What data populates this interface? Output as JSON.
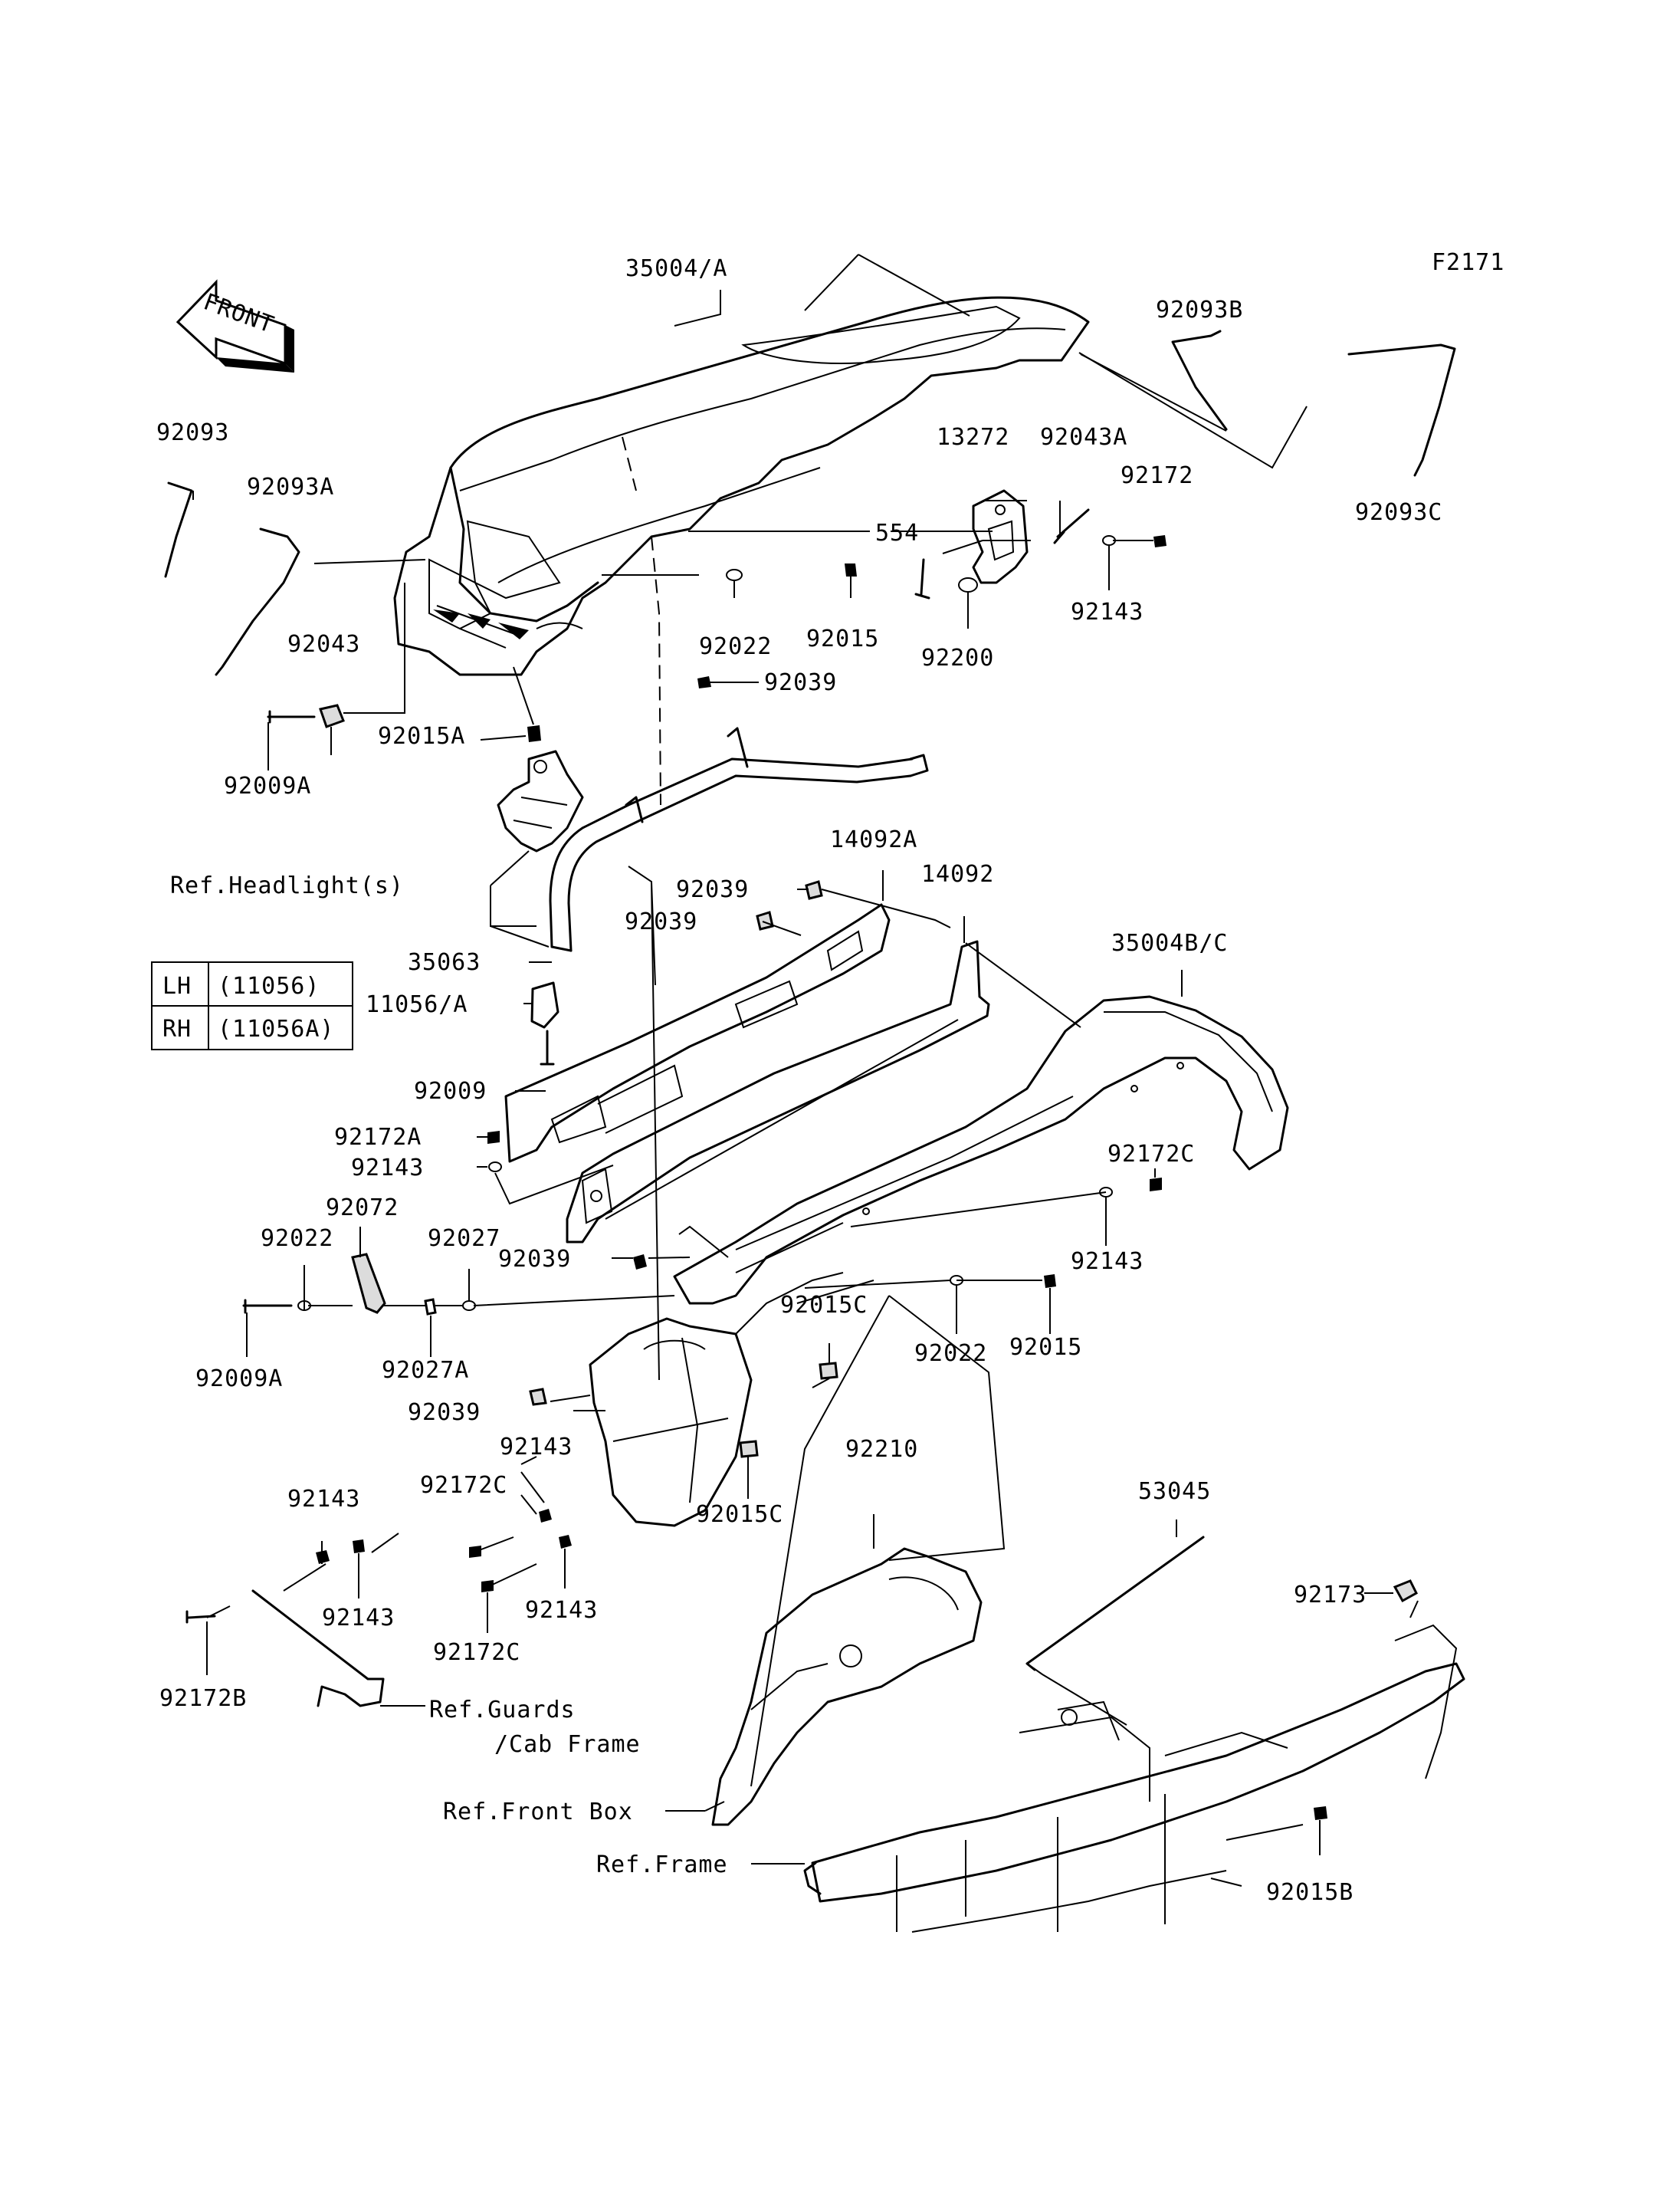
{
  "figure_code": "F2171",
  "front_arrow": {
    "label": "FRONT"
  },
  "callouts": [
    {
      "id": "c01",
      "text": "35004/A"
    },
    {
      "id": "c02",
      "text": "92093B"
    },
    {
      "id": "c03",
      "text": "92093C"
    },
    {
      "id": "c04",
      "text": "92093"
    },
    {
      "id": "c05",
      "text": "92093A"
    },
    {
      "id": "c06",
      "text": "13272"
    },
    {
      "id": "c07",
      "text": "92043A"
    },
    {
      "id": "c08",
      "text": "92172"
    },
    {
      "id": "c09",
      "text": "554"
    },
    {
      "id": "c10",
      "text": "92143"
    },
    {
      "id": "c11",
      "text": "92200"
    },
    {
      "id": "c12",
      "text": "92022"
    },
    {
      "id": "c13",
      "text": "92015"
    },
    {
      "id": "c14",
      "text": "92039"
    },
    {
      "id": "c15",
      "text": "92043"
    },
    {
      "id": "c16",
      "text": "92015A"
    },
    {
      "id": "c17",
      "text": "92009A"
    },
    {
      "id": "c18",
      "text": "Ref.Headlight(s)"
    },
    {
      "id": "c19",
      "text": "14092A"
    },
    {
      "id": "c20",
      "text": "14092"
    },
    {
      "id": "c21",
      "text": "92039"
    },
    {
      "id": "c22",
      "text": "92039"
    },
    {
      "id": "c23",
      "text": "35063"
    },
    {
      "id": "c24",
      "text": "11056/A"
    },
    {
      "id": "c25",
      "text": "92009"
    },
    {
      "id": "c26",
      "text": "35004B/C"
    },
    {
      "id": "c27",
      "text": "92172A"
    },
    {
      "id": "c28",
      "text": "92143"
    },
    {
      "id": "c29",
      "text": "92172C"
    },
    {
      "id": "c30",
      "text": "92072"
    },
    {
      "id": "c31",
      "text": "92022"
    },
    {
      "id": "c32",
      "text": "92027"
    },
    {
      "id": "c33",
      "text": "92039"
    },
    {
      "id": "c34",
      "text": "92143"
    },
    {
      "id": "c35",
      "text": "92015C"
    },
    {
      "id": "c36",
      "text": "92022"
    },
    {
      "id": "c37",
      "text": "92015"
    },
    {
      "id": "c38",
      "text": "92009A"
    },
    {
      "id": "c39",
      "text": "92027A"
    },
    {
      "id": "c40",
      "text": "92039"
    },
    {
      "id": "c41",
      "text": "92143"
    },
    {
      "id": "c42",
      "text": "92210"
    },
    {
      "id": "c43",
      "text": "92172C"
    },
    {
      "id": "c44",
      "text": "92015C"
    },
    {
      "id": "c45",
      "text": "53045"
    },
    {
      "id": "c46",
      "text": "92143"
    },
    {
      "id": "c47",
      "text": "92143"
    },
    {
      "id": "c48",
      "text": "92143"
    },
    {
      "id": "c49",
      "text": "92172C"
    },
    {
      "id": "c50",
      "text": "92173"
    },
    {
      "id": "c51",
      "text": "92172B"
    },
    {
      "id": "c52",
      "text": "Ref.Guards"
    },
    {
      "id": "c53",
      "text": "/Cab Frame"
    },
    {
      "id": "c54",
      "text": "Ref.Front Box"
    },
    {
      "id": "c55",
      "text": "Ref.Frame"
    },
    {
      "id": "c56",
      "text": "92015B"
    }
  ],
  "side_table": {
    "rows": [
      {
        "side": "LH",
        "part": "(11056)"
      },
      {
        "side": "RH",
        "part": "(11056A)"
      }
    ]
  }
}
